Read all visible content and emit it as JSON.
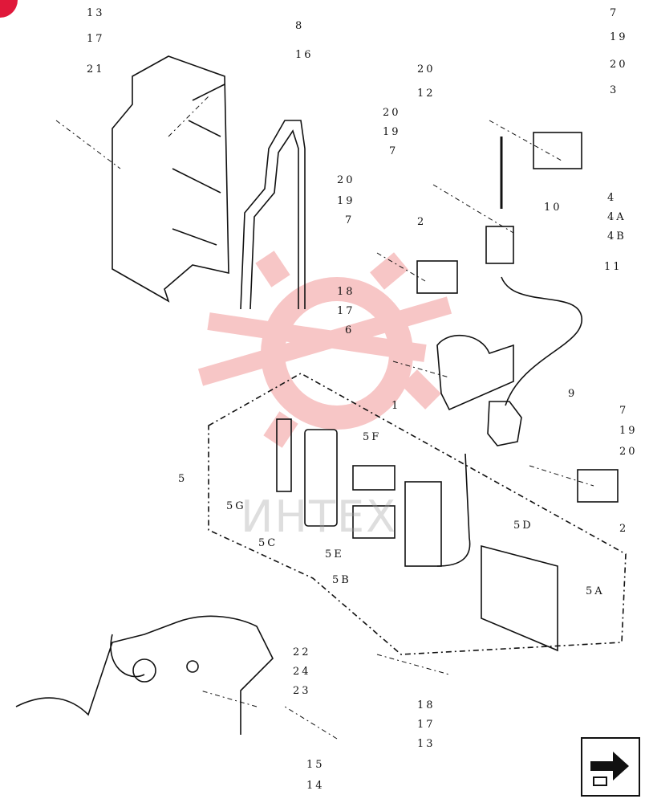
{
  "diagram": {
    "watermark_text": "ИНТЕХ",
    "callouts": [
      "13",
      "17",
      "21",
      "8",
      "16",
      "7",
      "19",
      "20",
      "3",
      "20",
      "12",
      "20",
      "19",
      "7",
      "10",
      "4",
      "4A",
      "4B",
      "20",
      "19",
      "7",
      "2",
      "11",
      "18",
      "17",
      "6",
      "1",
      "9",
      "7",
      "19",
      "20",
      "2",
      "5F",
      "5",
      "5G",
      "5C",
      "5D",
      "5E",
      "5B",
      "5A",
      "22",
      "24",
      "23",
      "18",
      "17",
      "13",
      "15",
      "14"
    ]
  },
  "navigation": {
    "next_page_icon": "next-page-arrow-icon"
  }
}
